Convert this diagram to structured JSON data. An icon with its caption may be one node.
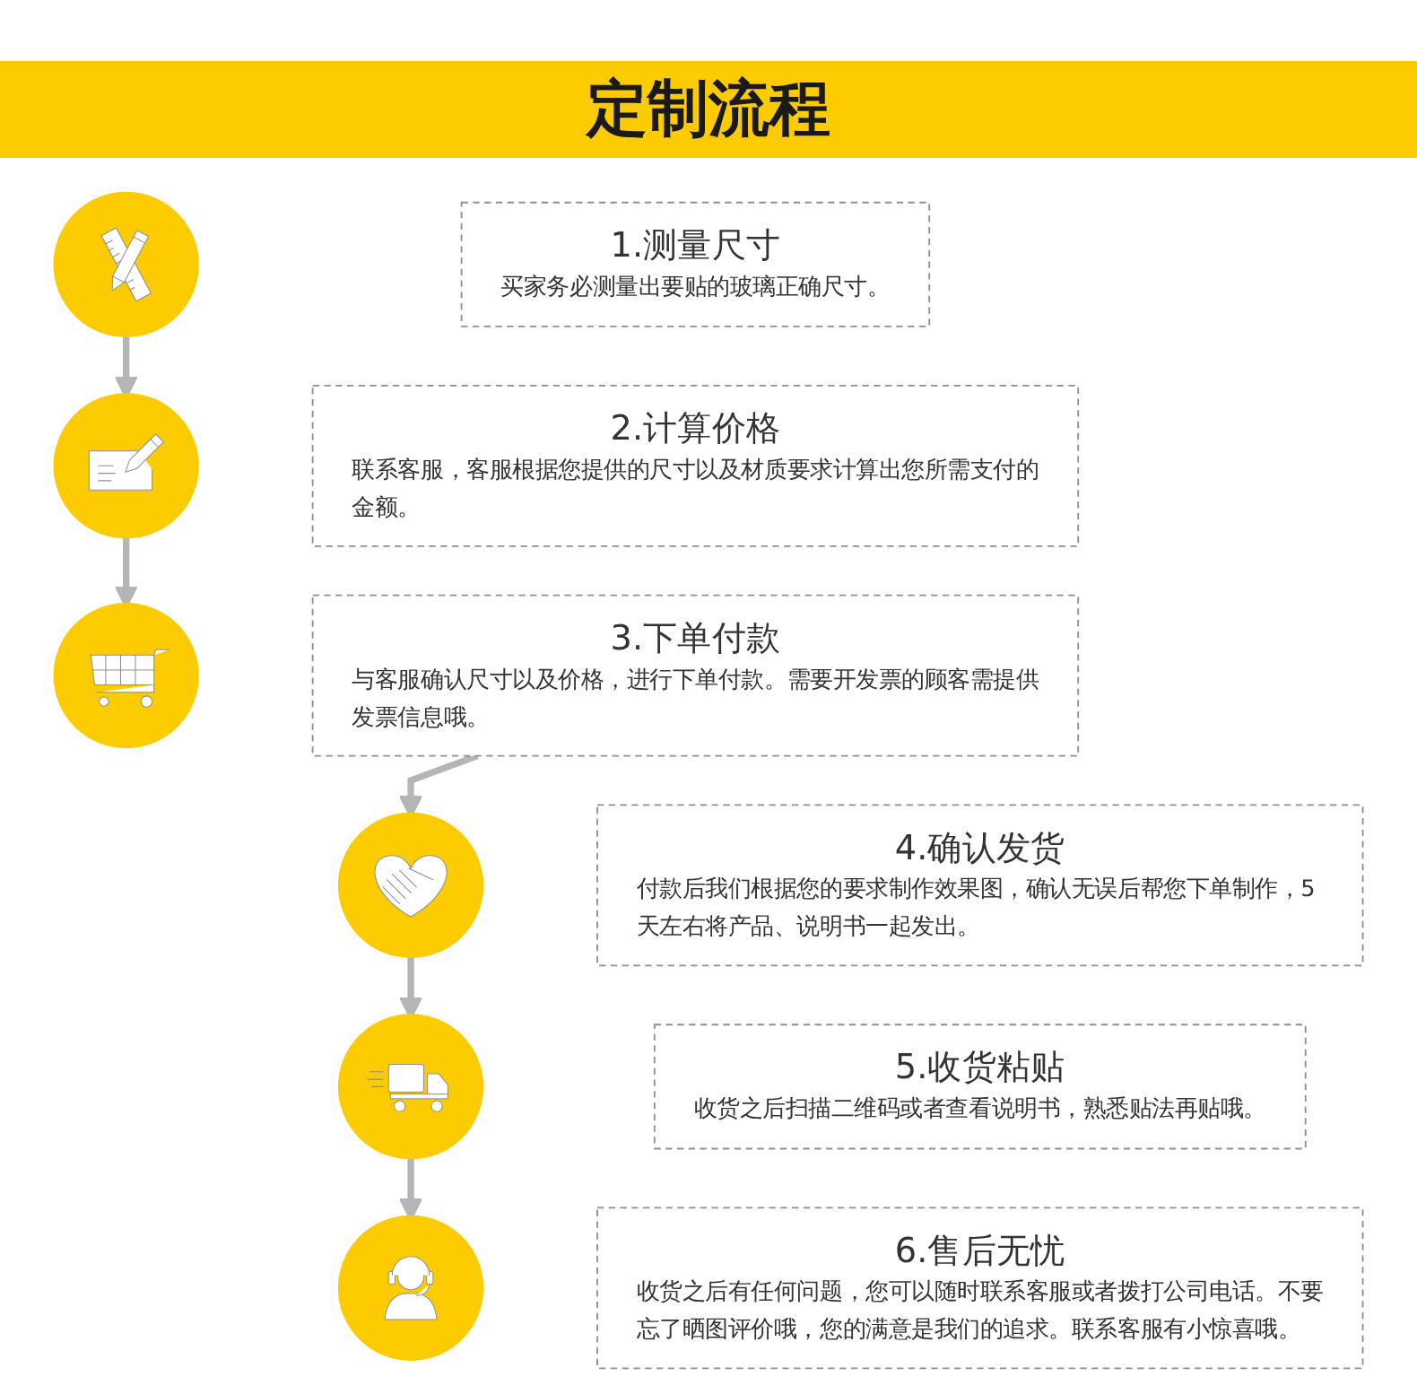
{
  "diagram": {
    "title": "定制流程",
    "nodes": [
      {
        "text": [],
        "shape": "circle"
      },
      {
        "text": [
          "1.测量尺寸",
          "买家务必测量出要贴的玻璃正确尺寸。"
        ]
      },
      {
        "text": [],
        "shape": "circle"
      },
      {
        "text": [
          "2.计算价格",
          "联系客服，客服根据您提供的尺寸以及材质要求计算出您所需支付的金额。"
        ]
      },
      {
        "text": [],
        "shape": "circle"
      },
      {
        "text": [
          "3.下单付款",
          "与客服确认尺寸以及价格，进行下单付款。需要开发票的顾客需提供发票信息哦。"
        ]
      },
      {
        "text": [],
        "shape": "circle"
      },
      {
        "text": [
          "4.确认发货",
          "付款后我们根据您的要求制作效果图，确认无误后帮您下单制作，5天左右将产品、说明书一起发出。"
        ]
      },
      {
        "text": [],
        "shape": "circle"
      },
      {
        "text": [
          "5.收货粘贴",
          "收货之后扫描二维码或者查看说明书，熟悉贴法再贴哦。"
        ]
      },
      {
        "text": [],
        "shape": "circle"
      },
      {
        "text": [
          "6.售后无忧",
          "收货之后有任何问题，您可以随时联系客服或者拨打公司电话。不要忘了晒图评价哦，您的满意是我们的追求。联系客服有小惊喜哦。"
        ]
      }
    ],
    "edges": [
      {
        "from": 0,
        "to": 2,
        "arrow": "to"
      },
      {
        "from": 2,
        "to": 4,
        "arrow": "to"
      },
      {
        "from": 5,
        "to": 6,
        "arrow": "to"
      },
      {
        "from": 6,
        "to": 8,
        "arrow": "to"
      },
      {
        "from": 8,
        "to": 10,
        "arrow": "to"
      }
    ]
  }
}
